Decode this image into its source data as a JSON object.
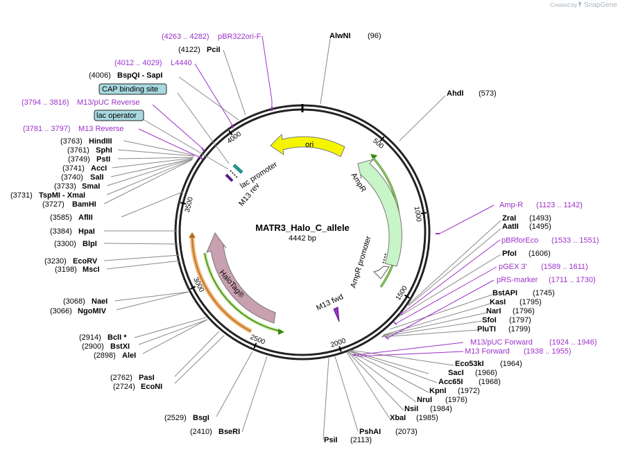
{
  "credit": {
    "created_by": "Created by",
    "brand": "SnapGene"
  },
  "plasmid": {
    "name": "MATR3_Halo_C_allele",
    "length_label": "4442 bp",
    "length": 4442
  },
  "ticks": [
    "500",
    "1000",
    "1500",
    "2000",
    "2500",
    "3000",
    "3500",
    "4000"
  ],
  "sites": [
    {
      "name": "AlwNI",
      "pos": "(96)"
    },
    {
      "name": "AhdI",
      "pos": "(573)"
    },
    {
      "name": "ZraI",
      "pos": "(1493)"
    },
    {
      "name": "AatII",
      "pos": "(1495)"
    },
    {
      "name": "PfoI",
      "pos": "(1606)"
    },
    {
      "name": "BstAPI",
      "pos": "(1745)"
    },
    {
      "name": "KasI",
      "pos": "(1795)"
    },
    {
      "name": "NarI",
      "pos": "(1796)"
    },
    {
      "name": "SfoI",
      "pos": "(1797)"
    },
    {
      "name": "PluTI",
      "pos": "(1799)"
    },
    {
      "name": "Eco53kI",
      "pos": "(1964)"
    },
    {
      "name": "SacI",
      "pos": "(1966)"
    },
    {
      "name": "Acc65I",
      "pos": "(1968)"
    },
    {
      "name": "KpnI",
      "pos": "(1972)"
    },
    {
      "name": "NruI",
      "pos": "(1976)"
    },
    {
      "name": "NsiI",
      "pos": "(1984)"
    },
    {
      "name": "XbaI",
      "pos": "(1985)"
    },
    {
      "name": "PshAI",
      "pos": "(2073)"
    },
    {
      "name": "PsiI",
      "pos": "(2113)"
    },
    {
      "name": "BseRI",
      "pos": "(2410)"
    },
    {
      "name": "BsgI",
      "pos": "(2529)"
    },
    {
      "name": "EcoNI",
      "pos": "(2724)"
    },
    {
      "name": "PasI",
      "pos": "(2762)"
    },
    {
      "name": "AleI",
      "pos": "(2898)"
    },
    {
      "name": "BstXI",
      "pos": "(2900)"
    },
    {
      "name": "BclI *",
      "pos": "(2914)"
    },
    {
      "name": "NgoMIV",
      "pos": "(3066)"
    },
    {
      "name": "NaeI",
      "pos": "(3068)"
    },
    {
      "name": "MscI",
      "pos": "(3198)"
    },
    {
      "name": "EcoRV",
      "pos": "(3230)"
    },
    {
      "name": "BlpI",
      "pos": "(3300)"
    },
    {
      "name": "HpaI",
      "pos": "(3384)"
    },
    {
      "name": "AflII",
      "pos": "(3585)"
    },
    {
      "name": "BamHI",
      "pos": "(3727)"
    },
    {
      "name": "TspMI - XmaI",
      "pos": "(3731)"
    },
    {
      "name": "SmaI",
      "pos": "(3733)"
    },
    {
      "name": "SalI",
      "pos": "(3740)"
    },
    {
      "name": "AccI",
      "pos": "(3741)"
    },
    {
      "name": "PstI",
      "pos": "(3749)"
    },
    {
      "name": "SphI",
      "pos": "(3761)"
    },
    {
      "name": "HindIII",
      "pos": "(3763)"
    },
    {
      "name": "BspQI - SapI",
      "pos": "(4006)"
    },
    {
      "name": "PciI",
      "pos": "(4122)"
    }
  ],
  "primers": [
    {
      "range": "(4263 .. 4282)",
      "name": "pBR322ori-F"
    },
    {
      "range": "(4012 .. 4029)",
      "name": "L4440"
    },
    {
      "range": "(3794 .. 3816)",
      "name": "M13/pUC Reverse"
    },
    {
      "range": "(3781 .. 3797)",
      "name": "M13 Reverse"
    },
    {
      "name": "Amp-R",
      "range": "(1123 .. 1142)"
    },
    {
      "name": "pBRforEco",
      "range": "(1533 .. 1551)"
    },
    {
      "name": "pGEX 3'",
      "range": "(1589 .. 1611)"
    },
    {
      "name": "pRS-marker",
      "range": "(1711 .. 1730)"
    },
    {
      "name": "M13/pUC Forward",
      "range": "(1924 .. 1946)"
    },
    {
      "name": "M13 Forward",
      "range": "(1938 .. 1955)"
    }
  ],
  "boxed": [
    {
      "label": "CAP binding site"
    },
    {
      "label": "lac operator"
    }
  ],
  "features": {
    "ori": "ori",
    "ampr": "AmpR",
    "ampr_promoter": "AmpR promoter",
    "halotag": "HaloTag®",
    "lac_promoter": "lac promoter",
    "m13_rev": "M13 rev",
    "m13_fwd": "M13 fwd"
  },
  "colors": {
    "ori": "#f5f500",
    "ampr": "#c8f5c8",
    "halotag": "#c8a0b0",
    "primer": "#9b30c8",
    "backbone": "#222222",
    "green_arrow": "#3a8a10",
    "orange_arrow": "#f0b070"
  }
}
